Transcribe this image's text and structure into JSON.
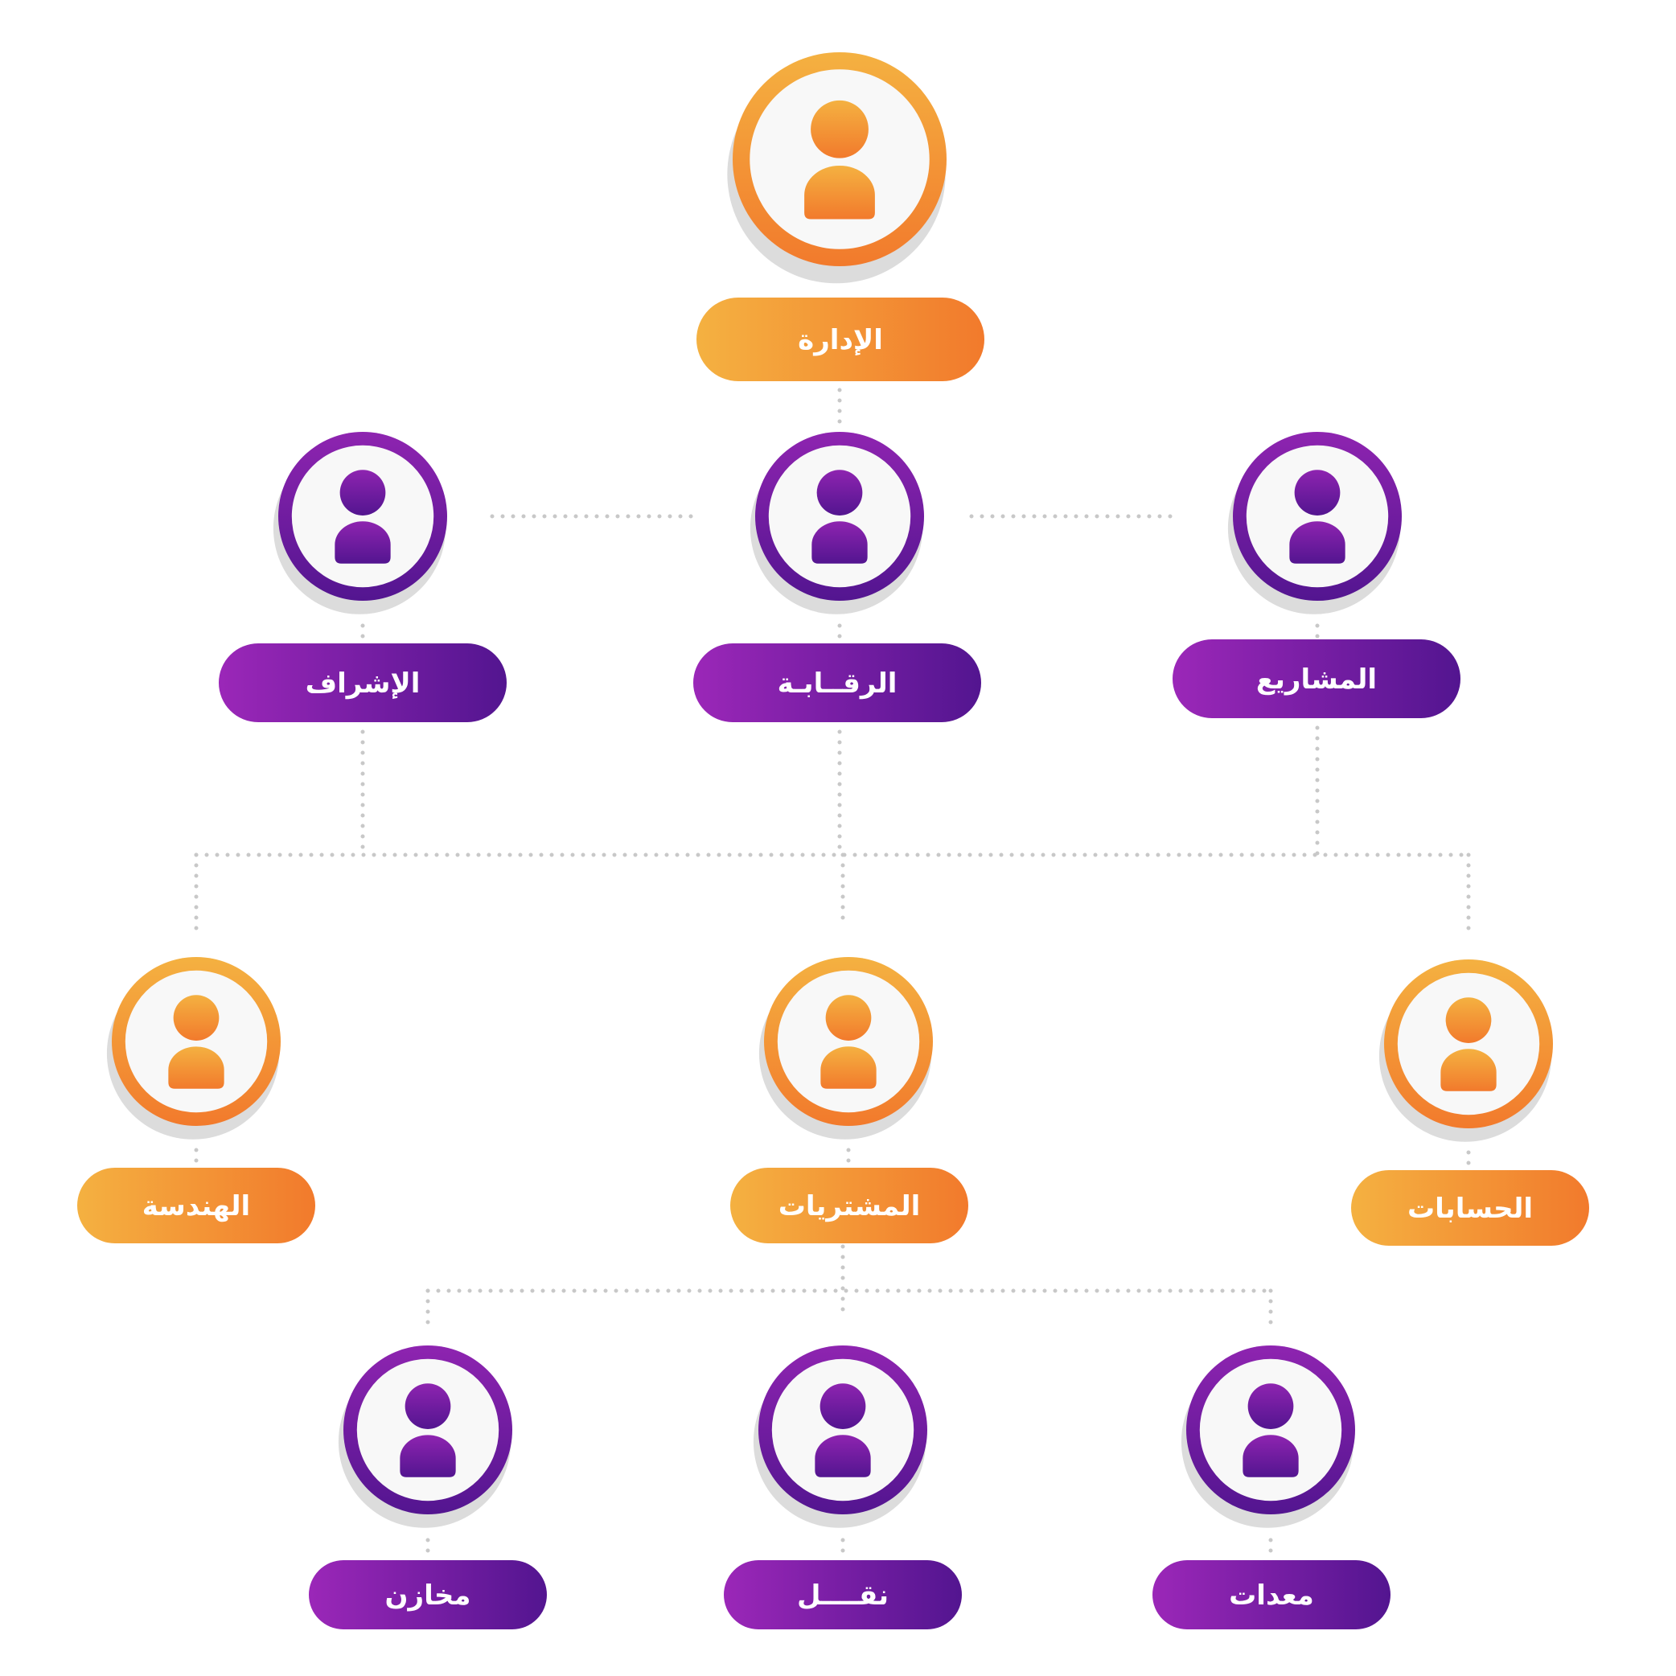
{
  "org_chart": {
    "colors": {
      "orange_start": "#f4b141",
      "orange_end": "#f27a2c",
      "purple_start": "#9b27b8",
      "purple_end": "#531590",
      "avatar_bg": "#f8f8f8",
      "shadow": "#dcdcdc",
      "connector": "#c8c8c8"
    },
    "nodes": [
      {
        "id": "management",
        "label": "الإدارة",
        "theme": "orange",
        "icon": "person-icon"
      },
      {
        "id": "supervision",
        "label": "الإشراف",
        "theme": "purple",
        "icon": "person-icon"
      },
      {
        "id": "monitoring",
        "label": "الرقــابـة",
        "theme": "purple",
        "icon": "person-icon"
      },
      {
        "id": "projects",
        "label": "المشاريع",
        "theme": "purple",
        "icon": "person-icon"
      },
      {
        "id": "engineering",
        "label": "الهندسة",
        "theme": "orange",
        "icon": "person-icon"
      },
      {
        "id": "purchases",
        "label": "المشتريات",
        "theme": "orange",
        "icon": "person-icon"
      },
      {
        "id": "accounts",
        "label": "الحسابات",
        "theme": "orange",
        "icon": "person-icon"
      },
      {
        "id": "warehouses",
        "label": "مخازن",
        "theme": "purple",
        "icon": "person-icon"
      },
      {
        "id": "transport",
        "label": "نقــــل",
        "theme": "purple",
        "icon": "person-icon"
      },
      {
        "id": "equipment",
        "label": "معدات",
        "theme": "purple",
        "icon": "person-icon"
      }
    ]
  }
}
